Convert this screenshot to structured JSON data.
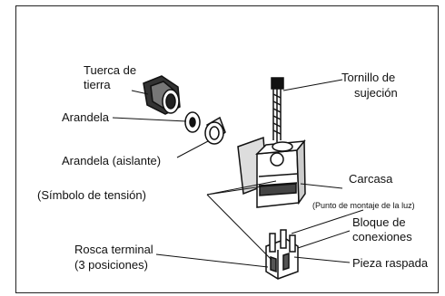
{
  "labels": {
    "ground_nut_line1": "Tuerca de",
    "ground_nut_line2": "tierra",
    "washer": "Arandela",
    "insulating_washer": "Arandela (aislante)",
    "voltage_symbol": "(Símbolo de tensión)",
    "terminal_thread_line1": "Rosca terminal",
    "terminal_thread_line2": "(3 posiciones)",
    "screw_line1": "Tornillo de",
    "screw_line2": "sujeción",
    "housing": "Carcasa",
    "light_mount": "(Punto de montaje de la luz)",
    "block_line1": "Bloque de",
    "block_line2": "conexiones",
    "scraped_piece": "Pieza raspada"
  }
}
